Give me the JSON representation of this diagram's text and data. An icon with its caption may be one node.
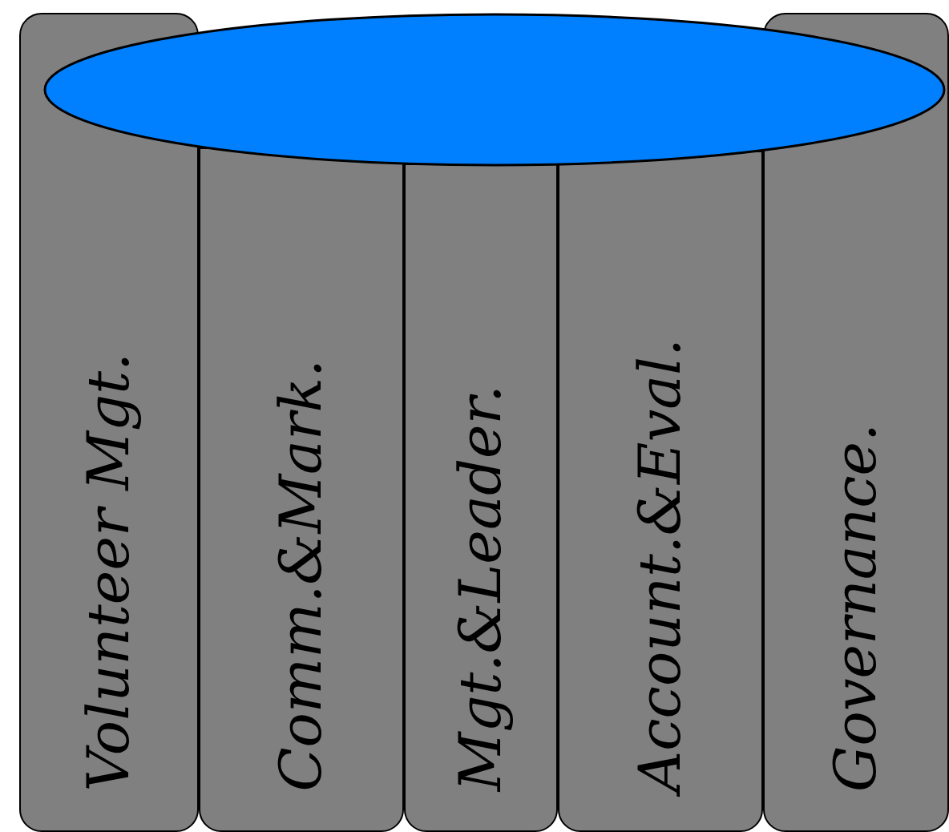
{
  "diagram": {
    "nodes": [
      {
        "text": [],
        "shape": "ellipse"
      },
      {
        "text": [
          "Volunteer Mgt."
        ]
      },
      {
        "text": [
          "Comm.&Mark."
        ]
      },
      {
        "text": [
          "Mgt.&Leader."
        ]
      },
      {
        "text": [
          "Account.&Eval."
        ]
      },
      {
        "text": [
          "Governance."
        ]
      }
    ]
  }
}
